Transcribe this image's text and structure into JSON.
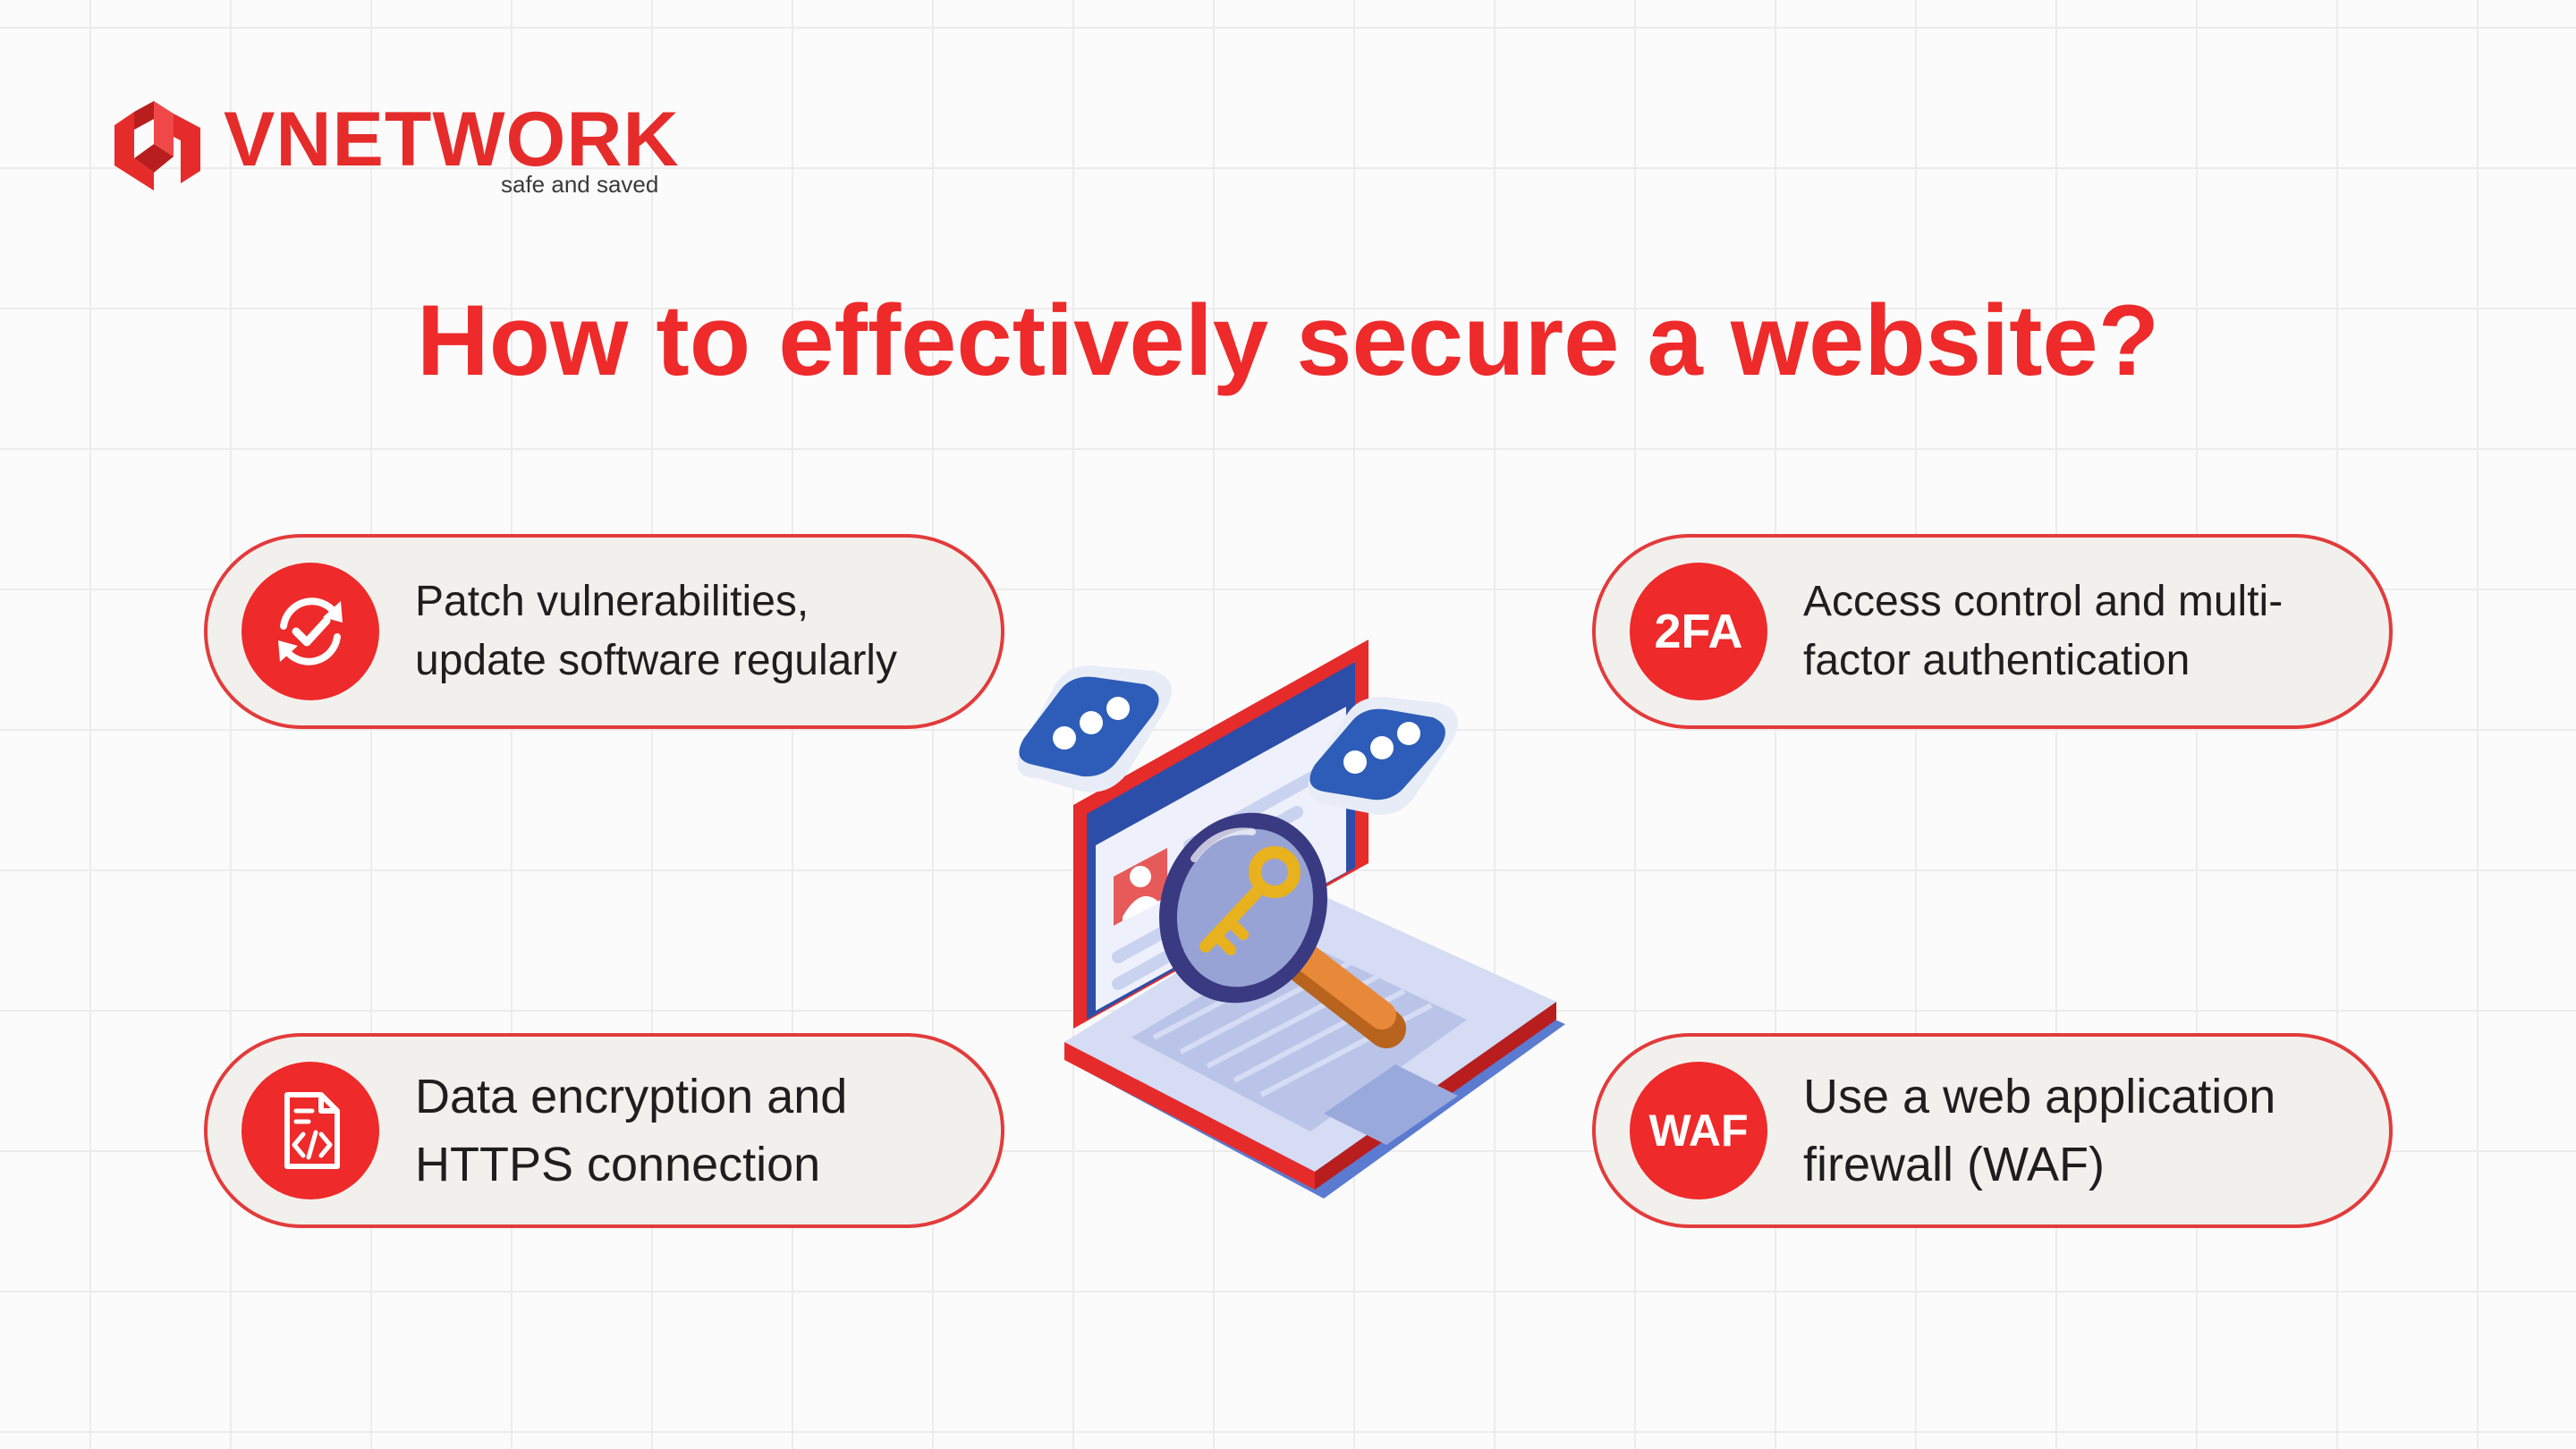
{
  "brand": {
    "name": "VNETWORK",
    "tagline": "safe and saved",
    "color": "#e62b2b"
  },
  "title": "How to effectively secure a website?",
  "cards": [
    {
      "icon": "refresh-check-icon",
      "badge_text": "",
      "lines": [
        "Patch vulnerabilities,",
        "update software regularly"
      ]
    },
    {
      "icon": "code-document-icon",
      "badge_text": "",
      "lines": [
        "Data encryption and",
        "HTTPS connection"
      ]
    },
    {
      "icon": "two-factor-badge",
      "badge_text": "2FA",
      "lines": [
        "Access control and multi-",
        "factor authentication"
      ]
    },
    {
      "icon": "firewall-badge",
      "badge_text": "WAF",
      "lines": [
        "Use a web application",
        "firewall (WAF)"
      ]
    }
  ],
  "illustration": {
    "icon": "laptop-magnifier-key-icon"
  },
  "colors": {
    "accent": "#ee2a2a",
    "card_background": "#f2f0ec",
    "card_border": "#e33b3b",
    "text": "#1e1e1e",
    "illustration_blue": "#2d5db8"
  }
}
